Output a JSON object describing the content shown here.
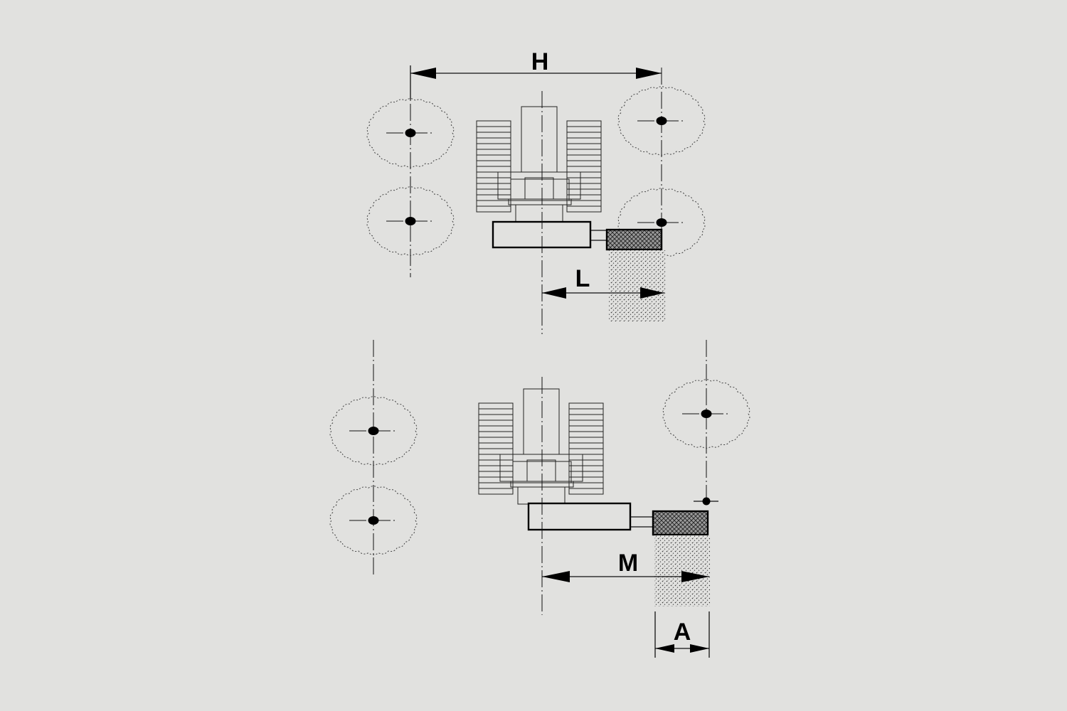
{
  "diagram": {
    "labels": {
      "H": "H",
      "L": "L",
      "M": "M",
      "A": "A"
    },
    "views": [
      {
        "name": "row-width-and-reach",
        "dimensions": [
          "H",
          "L"
        ]
      },
      {
        "name": "maximum-reach-and-working-width",
        "dimensions": [
          "M",
          "A"
        ]
      }
    ],
    "colors": {
      "background": "#e1e1df",
      "lines": "#111111",
      "tree_outline": "#444444"
    },
    "icons": [
      "tree-crown-icon",
      "tractor-icon",
      "mulcher-head-icon"
    ]
  }
}
